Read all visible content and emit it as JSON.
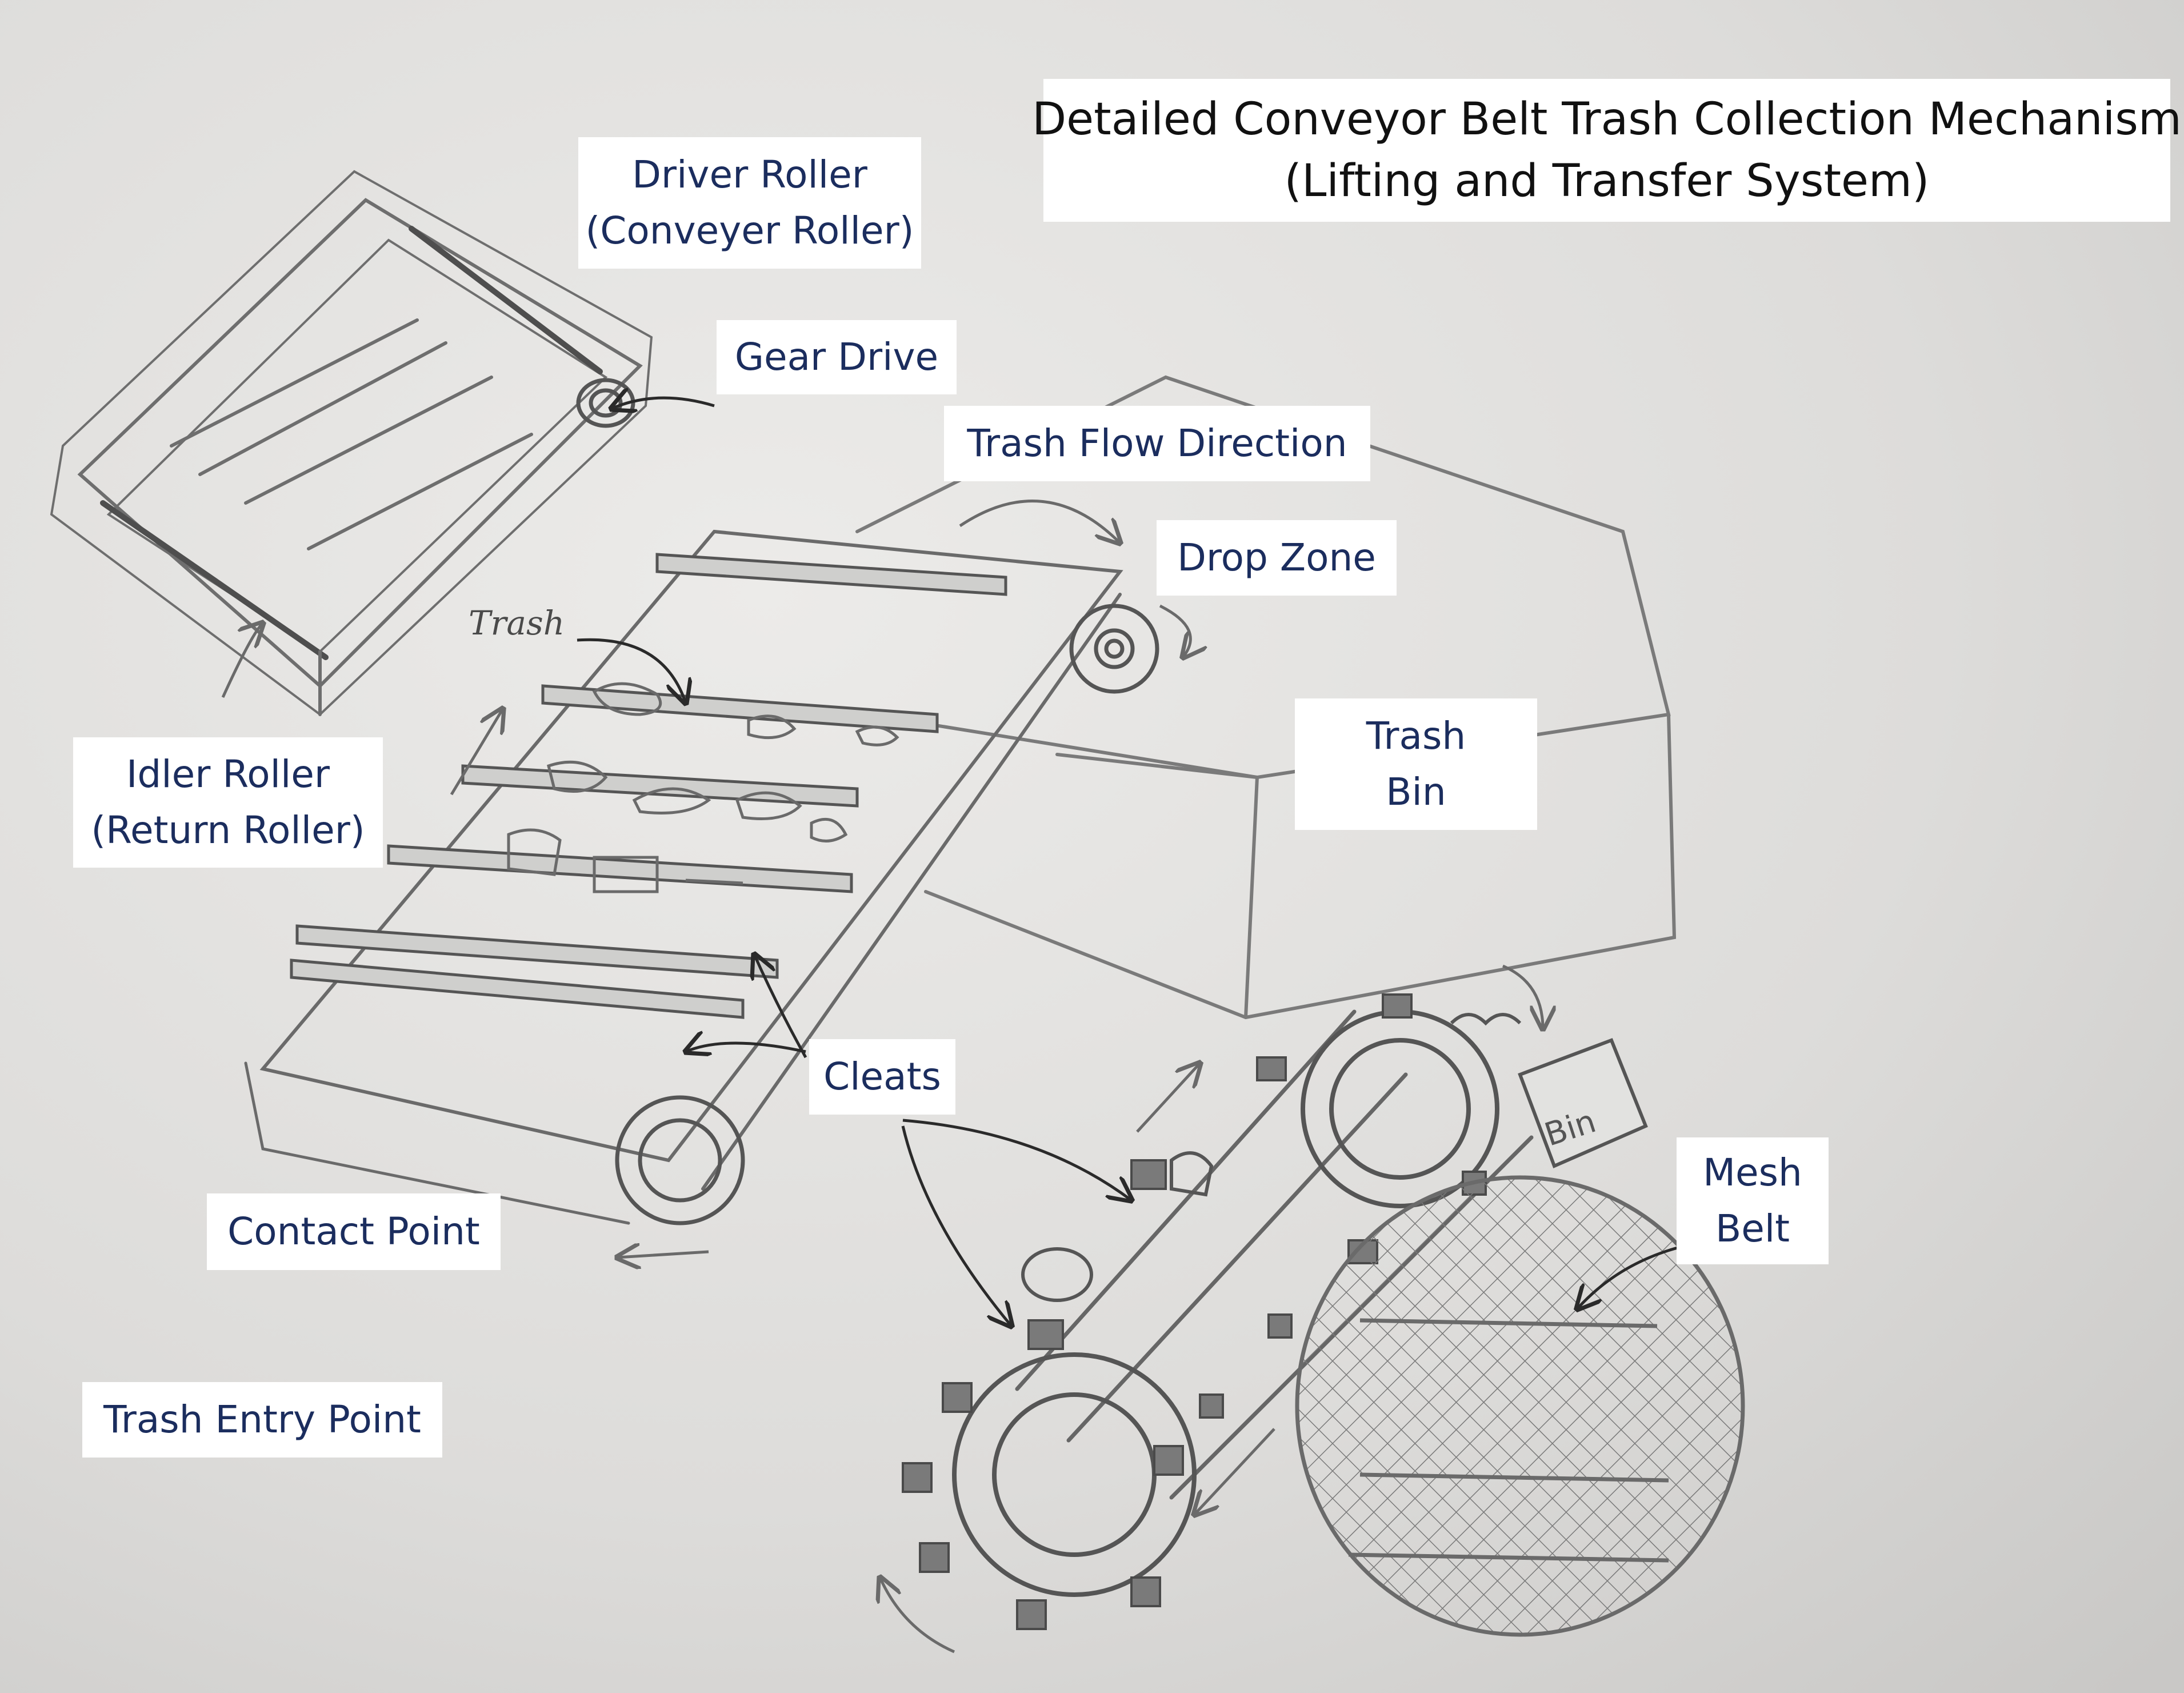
{
  "title": {
    "line1": "Detailed Conveyor Belt Trash Collection Mechanism",
    "line2": "(Lifting and Transfer System)"
  },
  "labels": {
    "driver_roller": {
      "line1": "Driver Roller",
      "line2": "(Conveyer Roller)"
    },
    "gear_drive": "Gear Drive",
    "trash_flow_direction": "Trash Flow Direction",
    "drop_zone": "Drop Zone",
    "trash_bin": {
      "line1": "Trash",
      "line2": "Bin"
    },
    "idler_roller": {
      "line1": "Idler Roller",
      "line2": "(Return Roller)"
    },
    "cleats": "Cleats",
    "contact_point": "Contact Point",
    "mesh_belt": {
      "line1": "Mesh",
      "line2": "Belt"
    },
    "trash_entry_point": "Trash Entry Point"
  },
  "sketch_text": {
    "trash": "Trash",
    "bin": "Bin"
  },
  "colors": {
    "label_text": "#1b2d5e",
    "label_background": "#ffffff",
    "pencil": "#6a6a6a",
    "arrow_ink": "#2a2a2a",
    "paper": "#e4e4e2"
  }
}
